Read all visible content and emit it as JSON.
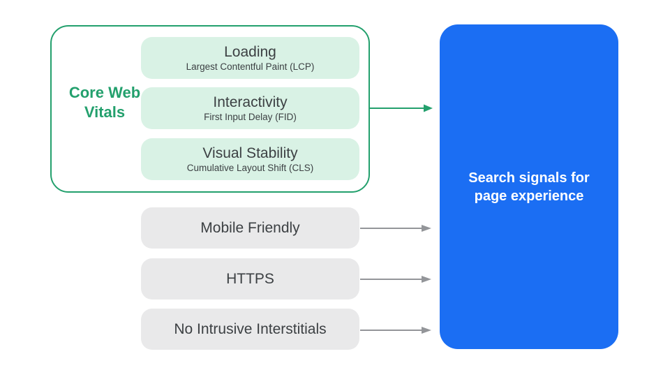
{
  "colors": {
    "green": "#23A06D",
    "green_light": "#D9F2E5",
    "gray_box": "#E9E9EA",
    "gray_arrow": "#939599",
    "blue": "#1B6EF3",
    "text_dark": "#3C4043"
  },
  "core_web_vitals": {
    "label": "Core Web Vitals",
    "items": [
      {
        "title": "Loading",
        "subtitle": "Largest Contentful Paint (LCP)"
      },
      {
        "title": "Interactivity",
        "subtitle": "First Input Delay (FID)"
      },
      {
        "title": "Visual Stability",
        "subtitle": "Cumulative Layout Shift (CLS)"
      }
    ]
  },
  "other_signals": [
    {
      "label": "Mobile Friendly"
    },
    {
      "label": "HTTPS"
    },
    {
      "label": "No Intrusive Interstitials"
    }
  ],
  "result_box": {
    "label": "Search signals for page experience"
  }
}
